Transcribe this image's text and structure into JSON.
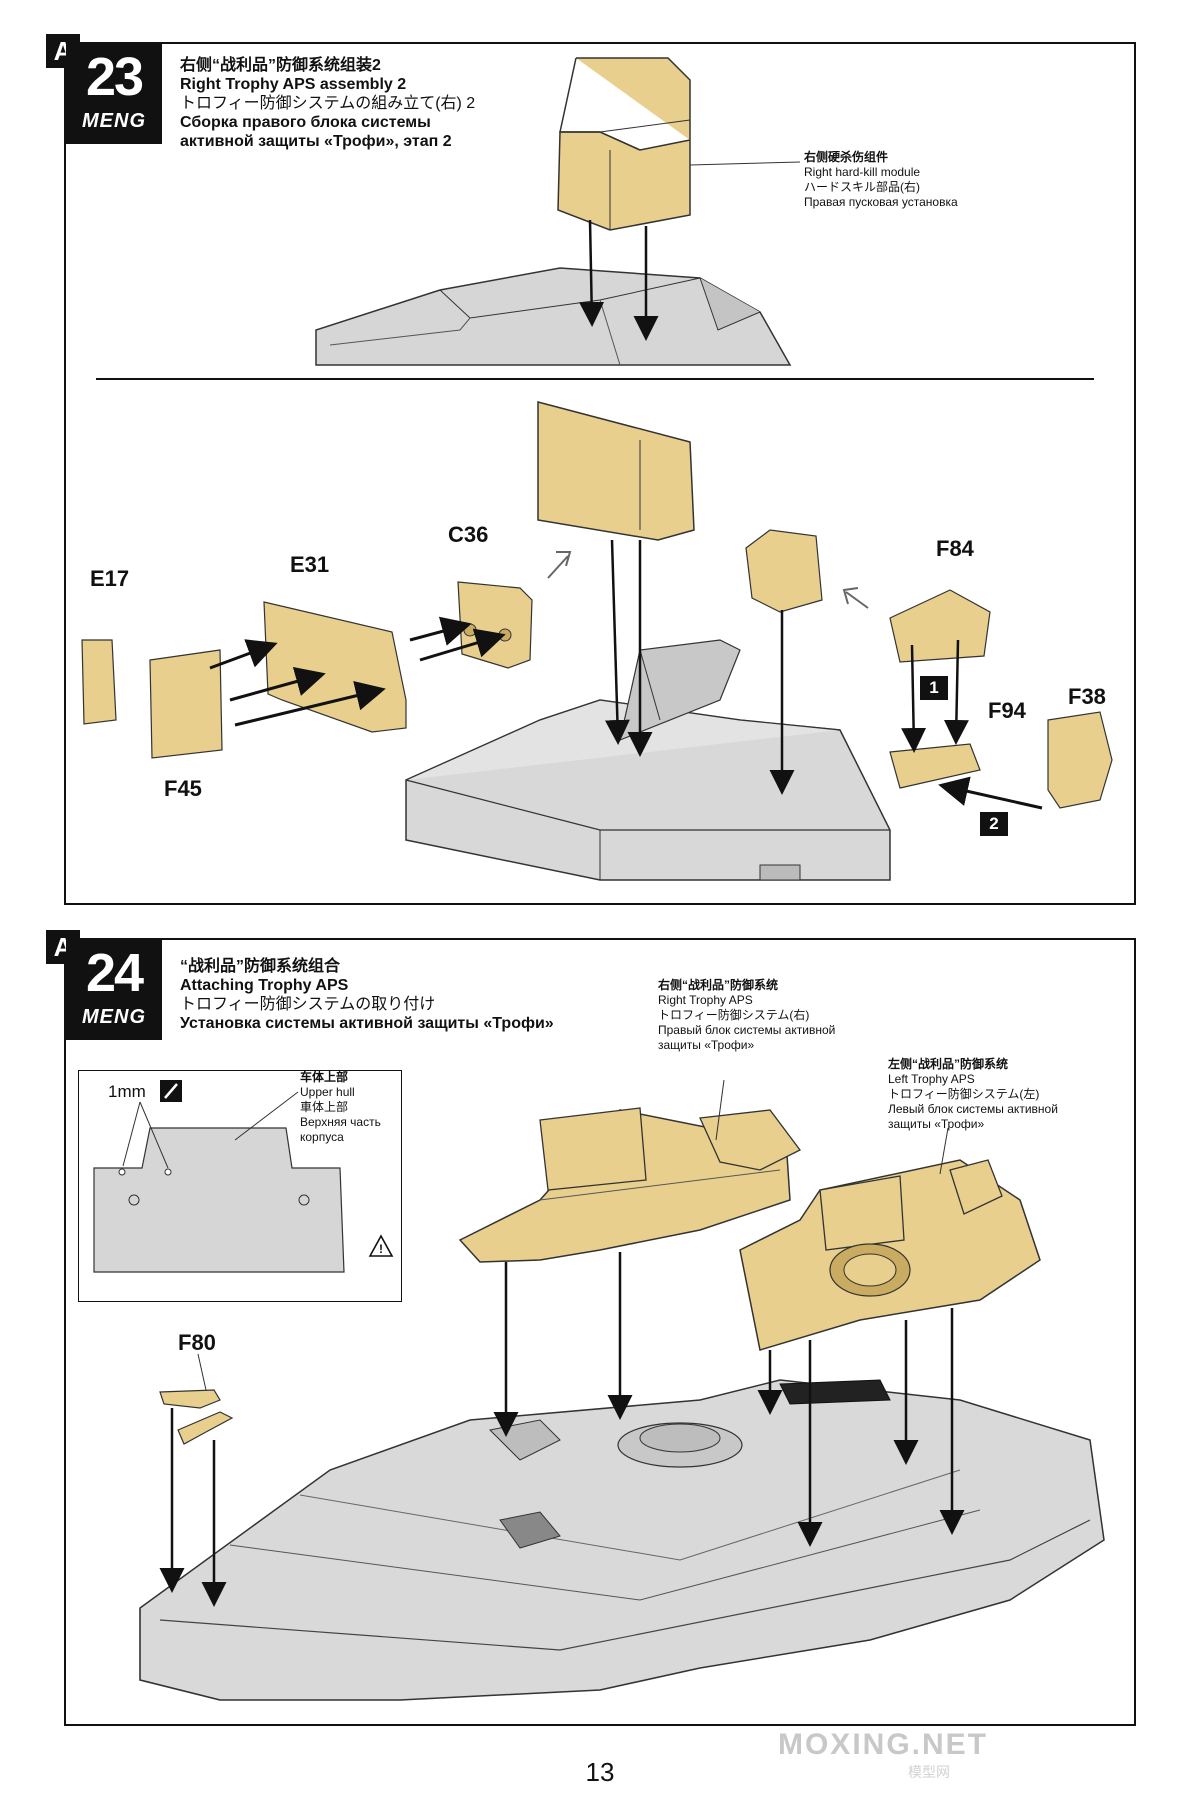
{
  "colors": {
    "tan": "#e8cf8e",
    "tan_dark": "#c9ab62",
    "grey": "#d4d4d4",
    "grey_dark": "#a9a9a9",
    "black": "#111111"
  },
  "step23": {
    "tag": "A",
    "number": "23",
    "brand": "MENG",
    "title_zh": "右侧“战利品”防御系统组装2",
    "title_en": "Right Trophy APS assembly 2",
    "title_ja": "トロフィー防御システムの組み立て(右) 2",
    "title_ru_1": "Сборка правого блока системы",
    "title_ru_2": "активной защиты «Трофи», этап 2",
    "callout_zh": "右侧硬杀伤组件",
    "callout_en": "Right hard-kill module",
    "callout_ja": "ハードスキル部品(右)",
    "callout_ru": "Правая пусковая установка",
    "parts": [
      "E17",
      "E31",
      "C36",
      "F84",
      "F94",
      "F38",
      "F45"
    ],
    "order": [
      "1",
      "2"
    ]
  },
  "step24": {
    "tag": "A",
    "number": "24",
    "brand": "MENG",
    "title_zh": "“战利品”防御系统组合",
    "title_en": "Attaching Trophy APS",
    "title_ja": "トロフィー防御システムの取り付け",
    "title_ru": "Установка системы активной защиты «Трофи»",
    "hint_size": "1mm",
    "hint_zh": "车体上部",
    "hint_en": "Upper hull",
    "hint_ja": "車体上部",
    "hint_ru_1": "Верхняя часть",
    "hint_ru_2": "корпуса",
    "right_zh": "右侧“战利品”防御系统",
    "right_en": "Right Trophy APS",
    "right_ja": "トロフィー防御システム(右)",
    "right_ru_1": "Правый блок системы активной",
    "right_ru_2": "защиты «Трофи»",
    "left_zh": "左侧“战利品”防御系统",
    "left_en": "Left Trophy APS",
    "left_ja": "トロフィー防御システム(左)",
    "left_ru_1": "Левый блок системы активной",
    "left_ru_2": "защиты «Трофи»",
    "part_f80": "F80"
  },
  "page_number": "13",
  "watermark": "MOXING.NET",
  "watermark_sub": "模型网"
}
